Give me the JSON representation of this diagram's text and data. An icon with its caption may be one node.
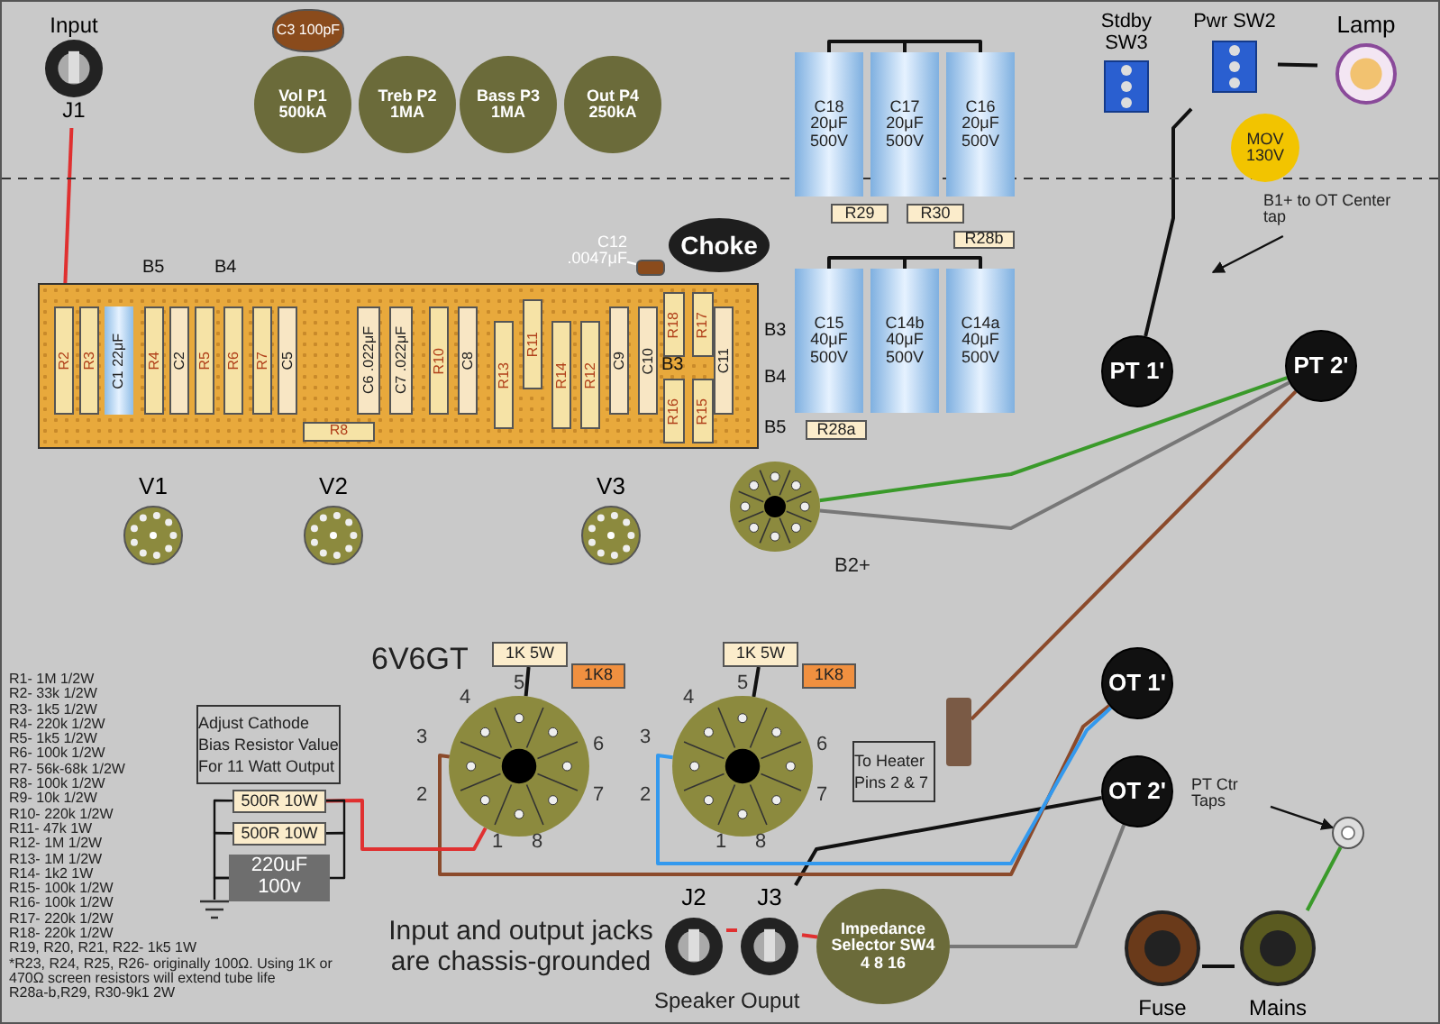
{
  "diagram": {
    "nodes": [
      {
        "text": [
          "Input",
          "J1"
        ]
      },
      {
        "text": [
          "C3 100pF"
        ]
      },
      {
        "text": [
          "Vol P1 500kA"
        ]
      },
      {
        "text": [
          "Treb P2 1MA"
        ]
      },
      {
        "text": [
          "Bass P3 1MA"
        ]
      },
      {
        "text": [
          "Out P4 250kA"
        ]
      },
      {
        "text": [
          "C18 20μF 500V"
        ]
      },
      {
        "text": [
          "C17 20μF 500V"
        ]
      },
      {
        "text": [
          "C16 20μF 500V"
        ]
      },
      {
        "text": [
          "R29"
        ]
      },
      {
        "text": [
          "R30"
        ]
      },
      {
        "text": [
          "Stdby SW3"
        ]
      },
      {
        "text": [
          "Pwr SW2"
        ]
      },
      {
        "text": [
          "MOV 130V"
        ]
      },
      {
        "text": [
          "Lamp"
        ]
      },
      {
        "text": [
          "Choke"
        ]
      },
      {
        "text": [
          "C12 .0047μF"
        ]
      },
      {
        "text": [],
        "shape": "capacitor"
      },
      {
        "text": [
          "C15 40μF 500V"
        ]
      },
      {
        "text": [
          "C14b 40μF 500V"
        ]
      },
      {
        "text": [
          "C14a 40μF 500V"
        ]
      },
      {
        "text": [
          "R28a"
        ]
      },
      {
        "text": [
          "R28b"
        ]
      },
      {
        "text": [],
        "shape": "board"
      },
      {
        "text": [
          "R2"
        ],
        "in": 23
      },
      {
        "text": [
          "R3"
        ],
        "in": 23
      },
      {
        "text": [
          "C1 22μF"
        ],
        "in": 23
      },
      {
        "text": [
          "R4"
        ],
        "in": 23
      },
      {
        "text": [
          "C2"
        ],
        "in": 23
      },
      {
        "text": [
          "R5"
        ],
        "in": 23
      },
      {
        "text": [
          "R6"
        ],
        "in": 23
      },
      {
        "text": [
          "R7"
        ],
        "in": 23
      },
      {
        "text": [
          "C5"
        ],
        "in": 23
      },
      {
        "text": [
          "R8"
        ],
        "in": 23
      },
      {
        "text": [
          "C6 .022μF"
        ],
        "in": 23
      },
      {
        "text": [
          "C7 .022μF"
        ],
        "in": 23
      },
      {
        "text": [
          "R10"
        ],
        "in": 23
      },
      {
        "text": [
          "C8"
        ],
        "in": 23
      },
      {
        "text": [
          "R13"
        ],
        "in": 23
      },
      {
        "text": [
          "R11"
        ],
        "in": 23
      },
      {
        "text": [
          "R14"
        ],
        "in": 23
      },
      {
        "text": [
          "R12"
        ],
        "in": 23
      },
      {
        "text": [
          "C9"
        ],
        "in": 23
      },
      {
        "text": [
          "C10"
        ],
        "in": 23
      },
      {
        "text": [
          "R18"
        ],
        "in": 23
      },
      {
        "text": [
          "R16"
        ],
        "in": 23
      },
      {
        "text": [
          "R17"
        ],
        "in": 23
      },
      {
        "text": [
          "R15"
        ],
        "in": 23
      },
      {
        "text": [
          "C11"
        ],
        "in": 23
      },
      {
        "text": [
          "V1"
        ]
      },
      {
        "text": [
          "V2"
        ]
      },
      {
        "text": [
          "V3"
        ]
      },
      {
        "text": [],
        "shape": "circle"
      },
      {
        "text": [
          "1K 5W"
        ]
      },
      {
        "text": [
          "1K8"
        ]
      },
      {
        "text": [],
        "shape": "circle",
        "beside": [
          "4",
          "5",
          "3",
          "6",
          "2",
          "7",
          "1",
          "8"
        ]
      },
      {
        "text": [
          "1K 5W"
        ]
      },
      {
        "text": [
          "1K8"
        ]
      },
      {
        "text": [],
        "shape": "circle",
        "beside": [
          "4",
          "5",
          "3",
          "6",
          "2",
          "7",
          "1",
          "8"
        ]
      },
      {
        "text": [
          "Adjust Cathode Bias Resistor Value For 11 Watt Output"
        ]
      },
      {
        "text": [
          "500R 10W"
        ]
      },
      {
        "text": [
          "500R 10W"
        ]
      },
      {
        "text": [
          "220uF 100v"
        ]
      },
      {
        "text": [
          "To Heater Pins 2 & 7"
        ]
      },
      {
        "text": [],
        "shape": "bar"
      },
      {
        "text": [
          "PT 1'"
        ]
      },
      {
        "text": [
          "PT 2'"
        ]
      },
      {
        "text": [
          "OT 1'"
        ]
      },
      {
        "text": [
          "OT 2'"
        ]
      },
      {
        "text": [
          "J2"
        ]
      },
      {
        "text": [
          "J3"
        ]
      },
      {
        "text": [
          "Impedance Selector SW4",
          "4 8 16"
        ]
      },
      {
        "text": [
          "Fuse"
        ]
      },
      {
        "text": [
          "Mains"
        ]
      },
      {
        "text": [],
        "shape": "circle"
      },
      {
        "text": [
          "PT Ctr Taps"
        ]
      },
      {
        "text": [
          "B1+ to OT Center tap"
        ]
      },
      {
        "text": [],
        "shape": "ground"
      }
    ],
    "edges": [
      {
        "from": 0,
        "to": 24,
        "arrow": "none",
        "color": "#e03030"
      },
      {
        "from": 12,
        "to": 14,
        "arrow": "none"
      },
      {
        "from": 65,
        "to": 12,
        "arrow": "none"
      },
      {
        "from": 66,
        "to": 52,
        "arrow": "none",
        "color": "#3a9a2a"
      },
      {
        "from": 66,
        "to": 52,
        "arrow": "none",
        "color": "#777777"
      },
      {
        "from": 66,
        "to": 64,
        "arrow": "none",
        "color": "#8b4a2b"
      },
      {
        "from": 72,
        "to": 73,
        "arrow": "none"
      },
      {
        "from": 68,
        "to": 71,
        "arrow": "none",
        "color": "#777777"
      },
      {
        "from": 70,
        "to": 68,
        "arrow": "none"
      },
      {
        "from": 69,
        "to": 70,
        "arrow": "none",
        "color": "#e03030"
      },
      {
        "from": 71,
        "to": 70,
        "arrow": "none",
        "color": "#e03030"
      },
      {
        "from": 67,
        "to": 55,
        "arrow": "none",
        "color": "#8b4a2b"
      },
      {
        "from": 67,
        "to": 58,
        "arrow": "none",
        "color": "#3399ee"
      },
      {
        "from": 53,
        "to": 55,
        "arrow": "none"
      },
      {
        "from": 56,
        "to": 58,
        "arrow": "none"
      },
      {
        "from": 55,
        "to": 60,
        "arrow": "none",
        "color": "#e03030"
      },
      {
        "from": 74,
        "to": 73,
        "arrow": "none",
        "color": "#3a9a2a"
      },
      {
        "from": 16,
        "to": 17,
        "arrow": "none",
        "color": "#ffffff"
      },
      {
        "from": 75,
        "to": 74,
        "arrow": "to"
      },
      {
        "from": 76,
        "to": null,
        "arrow": "to"
      },
      {
        "from": 6,
        "to": 7,
        "arrow": "none"
      },
      {
        "from": 7,
        "to": 8,
        "arrow": "none"
      },
      {
        "from": 18,
        "to": 19,
        "arrow": "none"
      },
      {
        "from": 19,
        "to": 20,
        "arrow": "none"
      },
      {
        "from": 60,
        "to": 61,
        "arrow": "none"
      },
      {
        "from": 61,
        "to": 62,
        "arrow": "none"
      },
      {
        "from": 60,
        "to": 61,
        "arrow": "none"
      },
      {
        "from": 61,
        "to": 62,
        "arrow": "none"
      },
      {
        "from": 62,
        "to": 77,
        "arrow": "none"
      }
    ],
    "labels": [
      "B5",
      "B4",
      "B3",
      "B3",
      "B4",
      "B5",
      "B2+",
      "6V6GT",
      "Input and output jacks are chassis-grounded",
      "Speaker Ouput",
      "R1- 1M 1/2W",
      "R2- 33k 1/2W",
      "R3- 1k5 1/2W",
      "R4- 220k 1/2W",
      "R5- 1k5 1/2W",
      "R6- 100k 1/2W",
      "R7- 56k-68k 1/2W",
      "R8- 100k 1/2W",
      "R9- 10k 1/2W",
      "R10- 220k 1/2W",
      "R11- 47k 1W",
      "R12- 1M 1/2W",
      "R13- 1M 1/2W",
      "R14- 1k2 1W",
      "R15- 100k 1/2W",
      "R16- 100k 1/2W",
      "R17- 220k 1/2W",
      "R18- 220k 1/2W",
      "R19, R20, R21, R22- 1k5 1W",
      "*R23, R24, R25, R26- originally 100Ω. Using 1K or 470Ω screen resistors will extend tube life",
      "R28a-b,R29, R30-9k1 2W"
    ]
  }
}
